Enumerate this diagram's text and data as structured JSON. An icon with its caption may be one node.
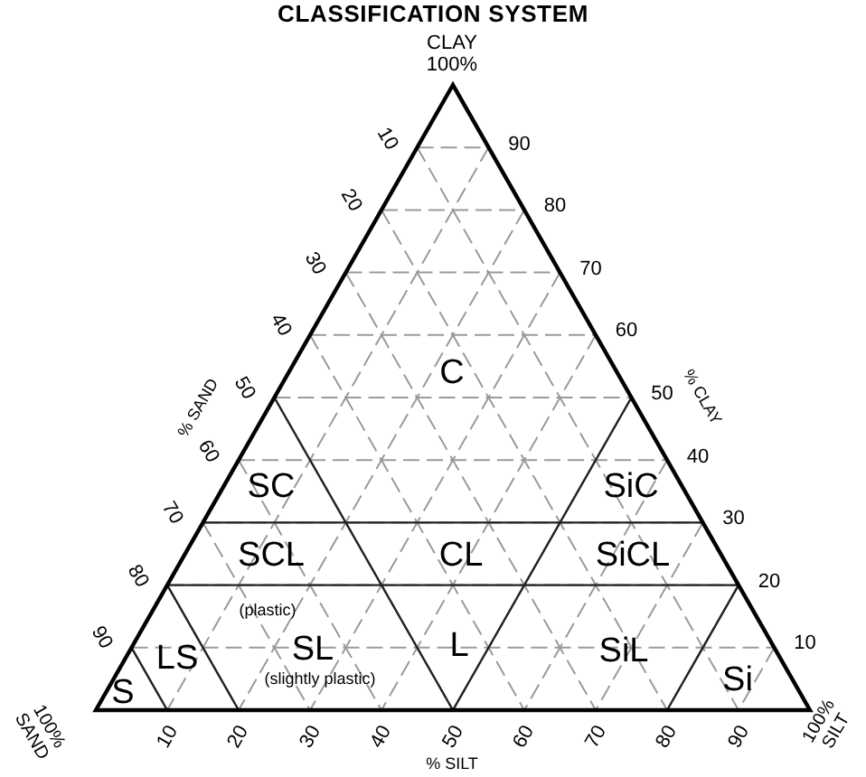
{
  "diagram": {
    "title": "CLASSIFICATION SYSTEM",
    "labels": [
      "CLAY 100%",
      "10",
      "20",
      "30",
      "40",
      "50",
      "60",
      "70",
      "80",
      "90",
      "90",
      "80",
      "70",
      "60",
      "50",
      "40",
      "30",
      "20",
      "10",
      "% SAND",
      "% CLAY",
      "C",
      "SC",
      "SiC",
      "SCL",
      "CL",
      "SiCL",
      "(plastic)",
      "LS",
      "SL",
      "L",
      "SiL",
      "S",
      "(slightly plastic)",
      "Si",
      "100% SAND",
      "10",
      "20",
      "30",
      "40",
      "50",
      "60",
      "70",
      "80",
      "90",
      "% SILT",
      "100% SILT"
    ]
  }
}
